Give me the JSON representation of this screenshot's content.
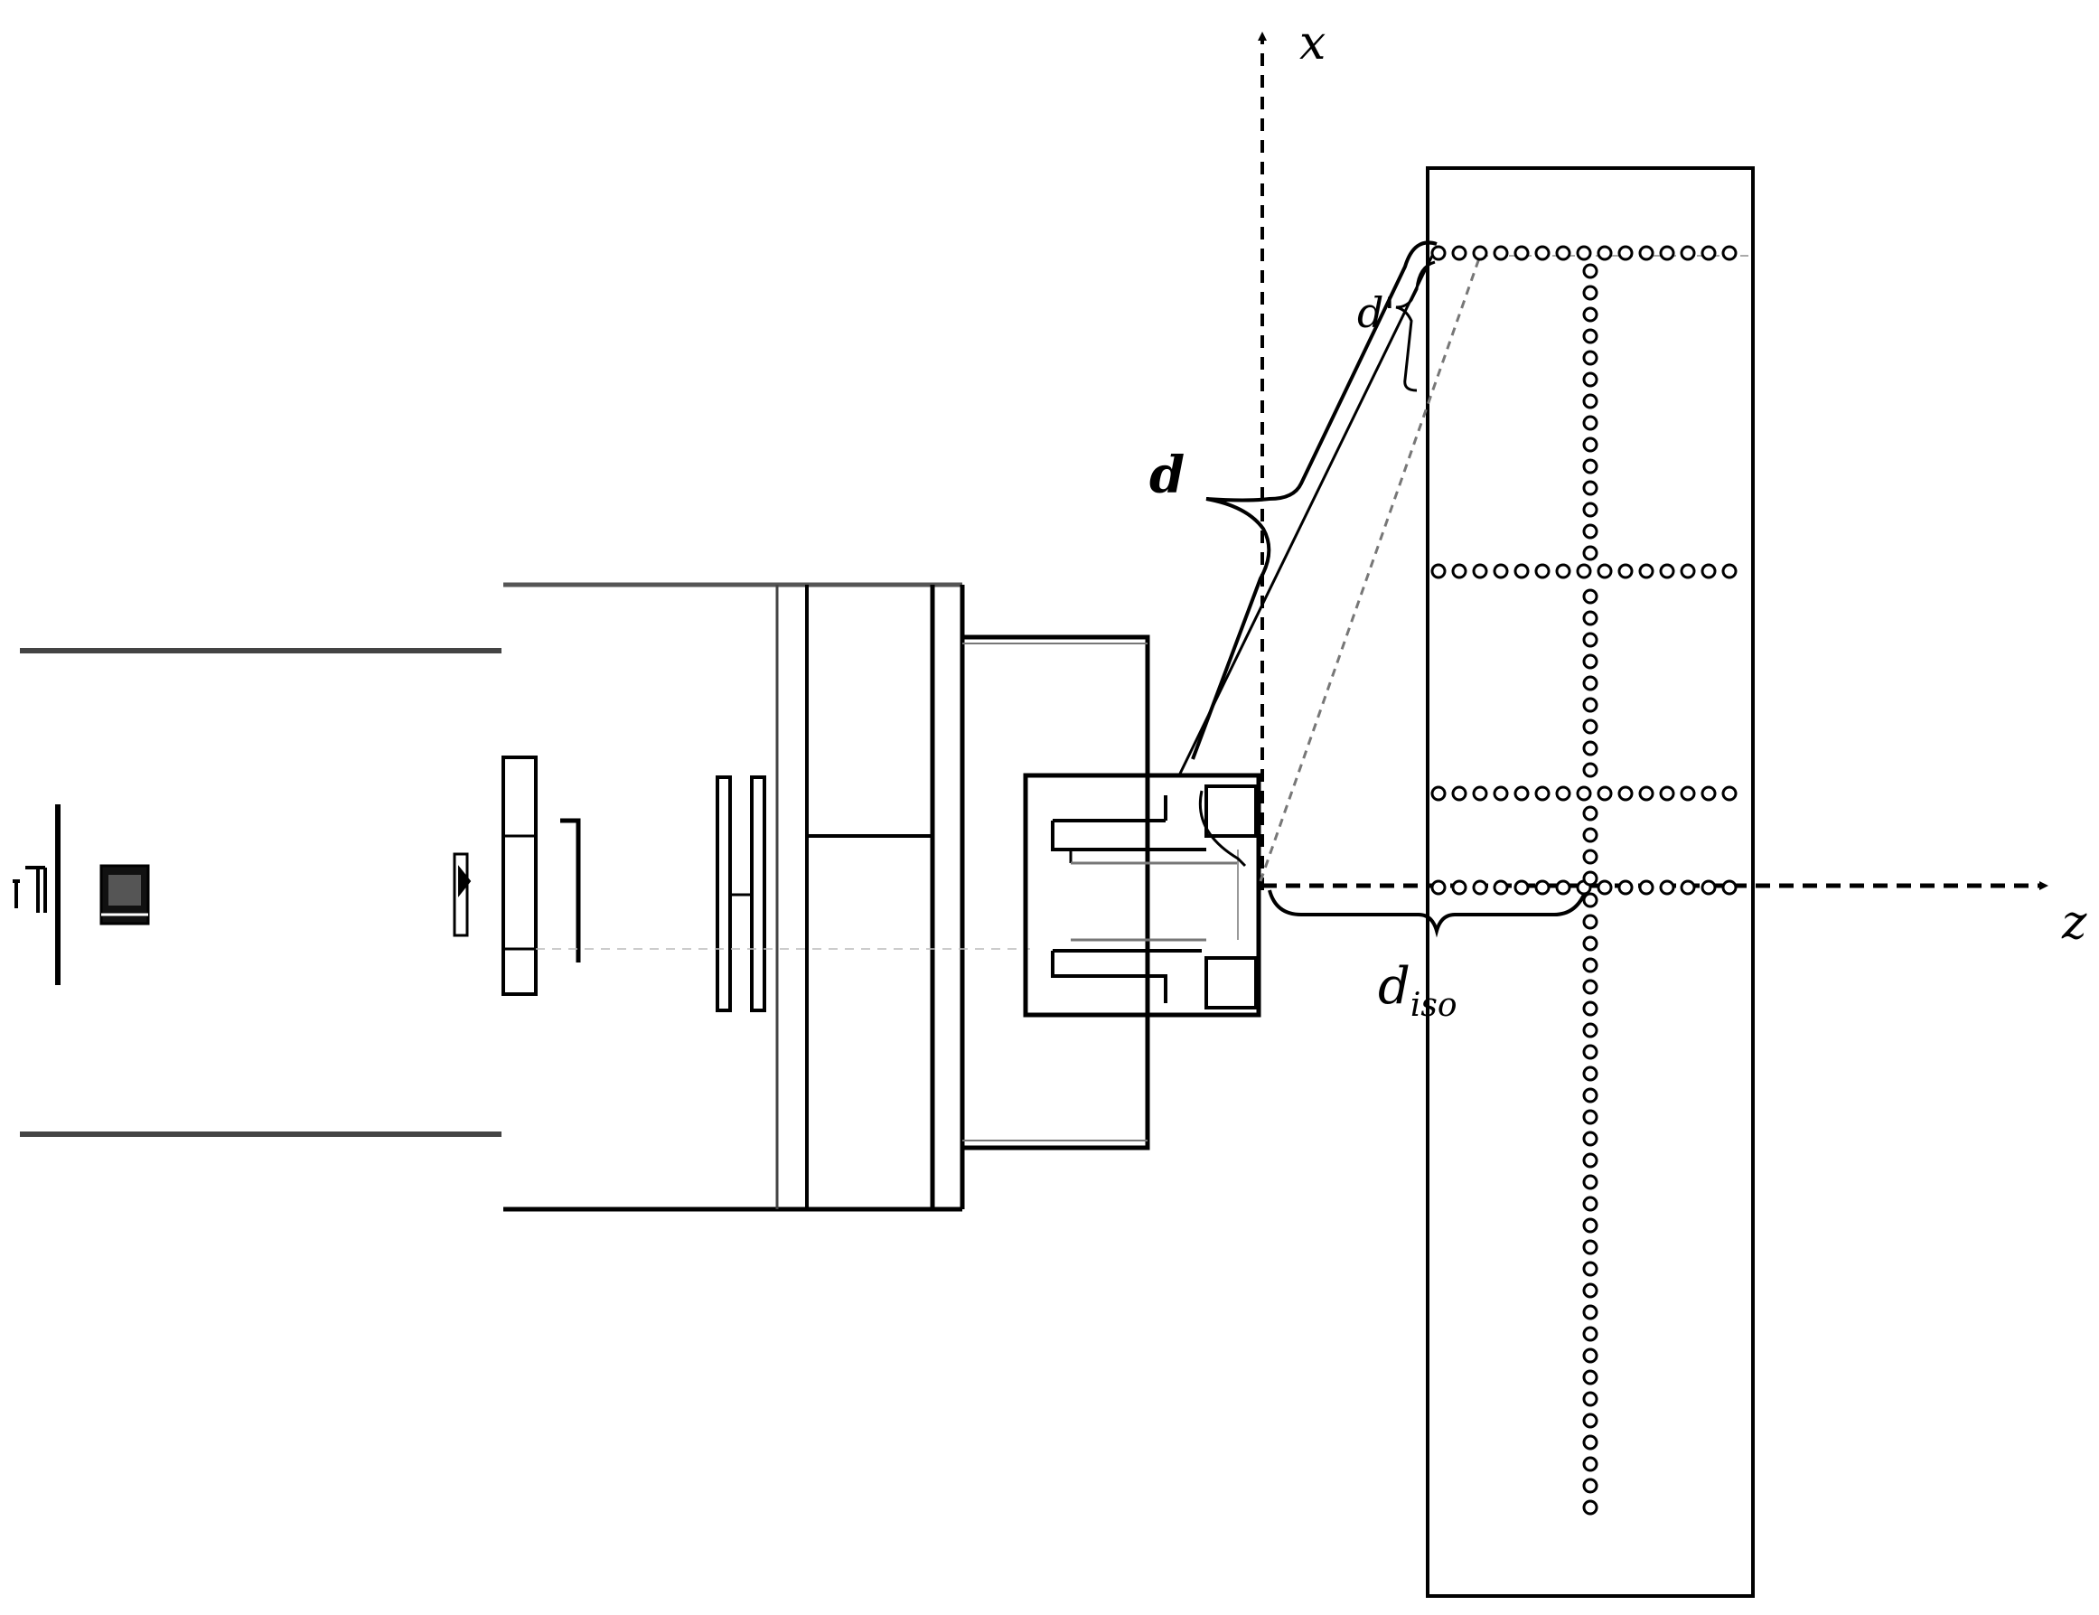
{
  "labels": {
    "x_axis": "x",
    "z_axis": "z",
    "d": "d",
    "d_prime": "d'",
    "d_iso_main": "d",
    "d_iso_sub": "iso"
  },
  "colors": {
    "ink": "#000000",
    "faint": "#999999",
    "background": "#ffffff"
  },
  "markers": {
    "row_count": 4,
    "column_count": 1
  }
}
